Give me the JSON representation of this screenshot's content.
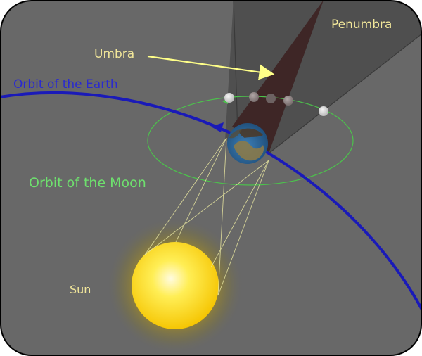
{
  "labels": {
    "penumbra": "Penumbra",
    "umbra": "Umbra",
    "orbit_earth": "Orbit of the Earth",
    "orbit_moon": "Orbit of the Moon",
    "sun": "Sun"
  },
  "colors": {
    "background": "#686868",
    "frame": "#000000",
    "penumbra_fill": "#4f4f4f",
    "umbra_fill": "#3e2626",
    "earth_orbit": "#1a1ab8",
    "moon_orbit": "#4cc24c",
    "sun": "#ffd21a",
    "label_yellow": "#f2e79a",
    "label_green": "#6ee06e",
    "label_blue": "#2a2ad0",
    "arrow_yellow": "#ffff88",
    "light_lines": "#e8e6a0"
  }
}
